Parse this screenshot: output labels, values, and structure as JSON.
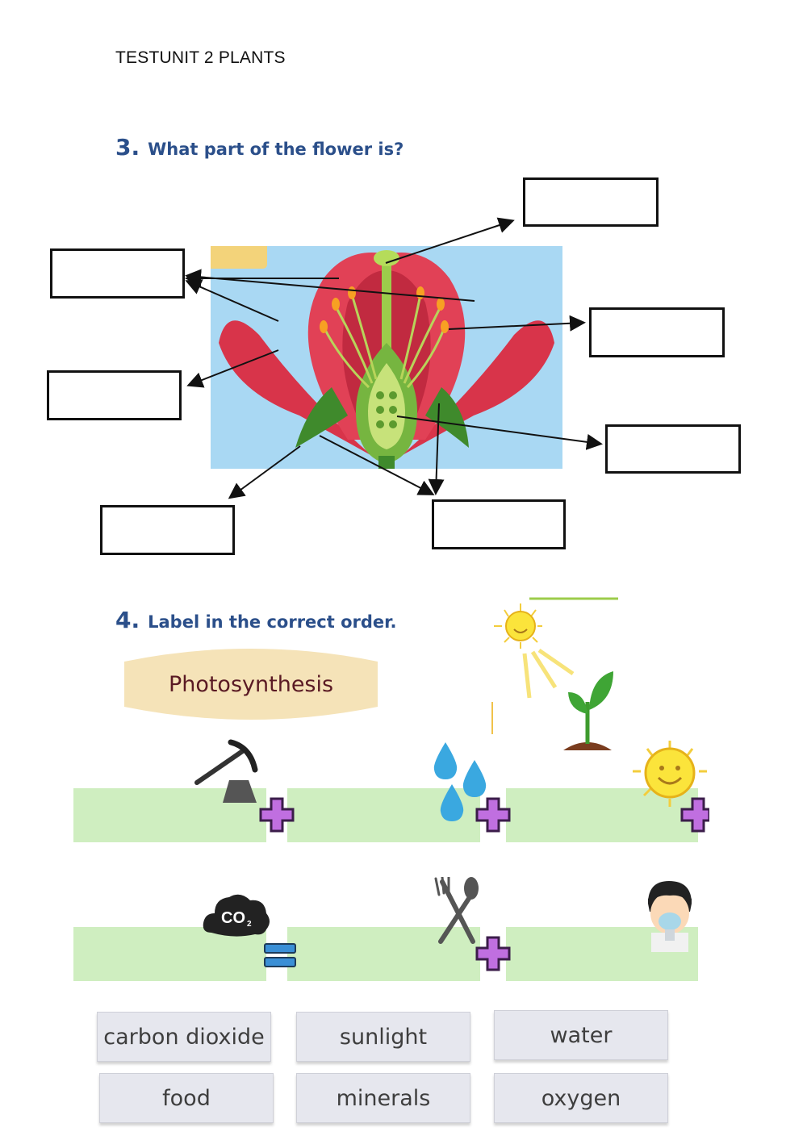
{
  "document": {
    "title": "TESTUNIT 2 PLANTS"
  },
  "question3": {
    "number": "3.",
    "prompt": "What part of the flower is?"
  },
  "question4": {
    "number": "4.",
    "prompt": "Label in the correct order.",
    "banner": "Photosynthesis"
  },
  "word_bank": [
    "carbon dioxide",
    "sunlight",
    "water",
    "food",
    "minerals",
    "oxygen"
  ],
  "icons": {
    "row1": [
      "minerals-pickaxe-icon",
      "water-drops-icon",
      "sun-icon"
    ],
    "row2": [
      "co2-cloud-icon",
      "fork-spoon-icon",
      "oxygen-mask-icon"
    ],
    "operators_row1": [
      "plus",
      "plus",
      "plus"
    ],
    "operators_row2": [
      "equals",
      "plus"
    ]
  },
  "co2_text": "CO",
  "co2_sub": "2",
  "colors": {
    "heading": "#2b4f8a",
    "slot": "#cfeec0",
    "operator": "#c06fe0",
    "tile": "#e6e7ee"
  }
}
